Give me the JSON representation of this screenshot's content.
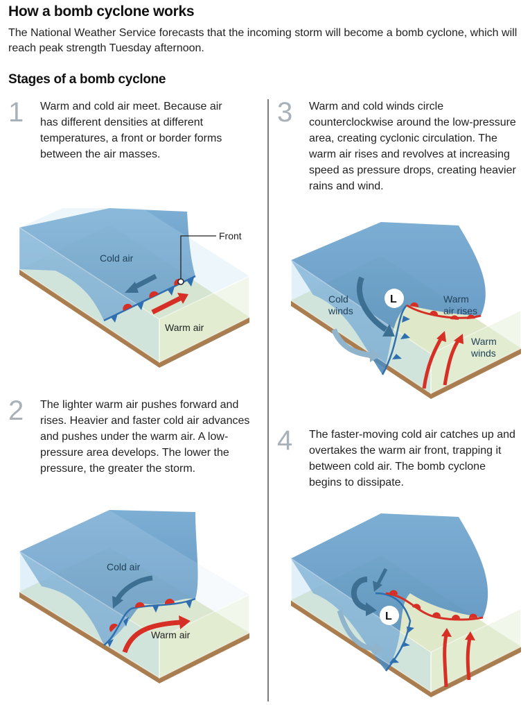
{
  "header": {
    "title": "How a bomb cyclone works",
    "intro": "The National Weather Service forecasts that the incoming storm will become a bomb cyclone, which will reach peak strength Tuesday afternoon.",
    "subhead": "Stages of a bomb cyclone"
  },
  "steps": [
    {
      "number": "1",
      "text": "Warm and cold air meet. Because air has different densities at different temperatures, a front or border forms between the air masses.",
      "labels": {
        "front": "Front",
        "cold": "Cold air",
        "warm": "Warm air"
      }
    },
    {
      "number": "2",
      "text": "The lighter warm air pushes forward and rises. Heavier and faster cold air advances and pushes under the warm air. A low-pressure area develops. The lower the pressure, the greater the storm.",
      "labels": {
        "cold": "Cold air",
        "warm": "Warm air"
      }
    },
    {
      "number": "3",
      "text": "Warm and cold winds circle counterclockwise around the low-pressure area, creating cyclonic circulation. The warm air rises and revolves at increasing speed as pressure drops, creating heavier rains and wind.",
      "labels": {
        "cold_1": "Cold",
        "cold_2": "winds",
        "low": "L",
        "rises_1": "Warm",
        "rises_2": "air rises",
        "warm_1": "Warm",
        "warm_2": "winds"
      }
    },
    {
      "number": "4",
      "text": "The faster-moving cold air catches up and overtakes the warm air front, trapping it between cold air. The bomb cyclone begins to dissipate.",
      "labels": {
        "low": "L"
      }
    }
  ],
  "colors": {
    "cold_air": "#5b9ac8",
    "glass": "#b9dcef",
    "ground": "#dfe8c9",
    "soil": "#a97d4f",
    "warm_front": "#d62f25",
    "cold_front": "#2f6fb0",
    "step_number": "#a9b1b8"
  }
}
